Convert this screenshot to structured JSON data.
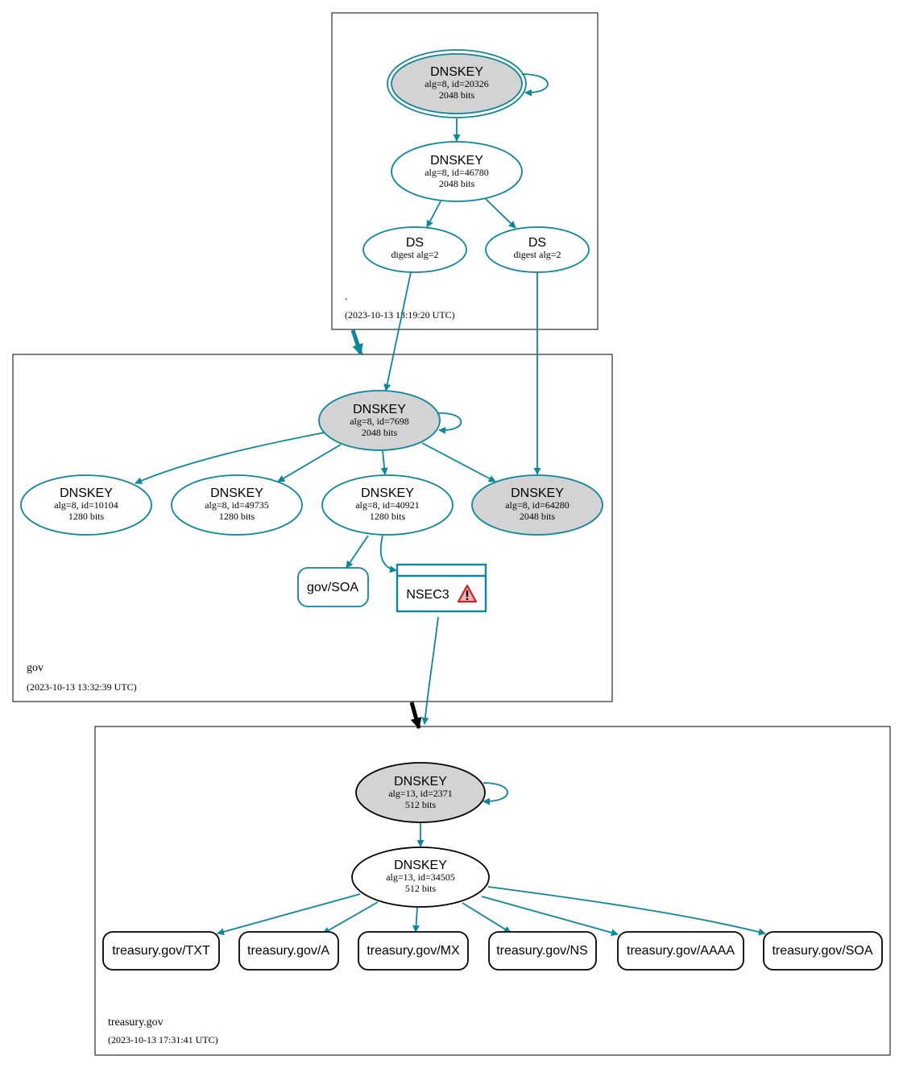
{
  "colors": {
    "secure": "#0a879a",
    "insecure": "#000000",
    "key_fill_sep": "#d3d3d3",
    "warning": "#cc2222"
  },
  "zones": {
    "root": {
      "name": ".",
      "timestamp": "(2023-10-13 13:19:20 UTC)"
    },
    "gov": {
      "name": "gov",
      "timestamp": "(2023-10-13 13:32:39 UTC)"
    },
    "treasury": {
      "name": "treasury.gov",
      "timestamp": "(2023-10-13 17:31:41 UTC)"
    }
  },
  "nodes": {
    "root_ksk": {
      "title": "DNSKEY",
      "line1": "alg=8, id=20326",
      "line2": "2048 bits"
    },
    "root_zsk": {
      "title": "DNSKEY",
      "line1": "alg=8, id=46780",
      "line2": "2048 bits"
    },
    "root_ds1": {
      "title": "DS",
      "line1": "digest alg=2"
    },
    "root_ds2": {
      "title": "DS",
      "line1": "digest alg=2"
    },
    "gov_ksk": {
      "title": "DNSKEY",
      "line1": "alg=8, id=7698",
      "line2": "2048 bits"
    },
    "gov_k10104": {
      "title": "DNSKEY",
      "line1": "alg=8, id=10104",
      "line2": "1280 bits"
    },
    "gov_k49735": {
      "title": "DNSKEY",
      "line1": "alg=8, id=49735",
      "line2": "1280 bits"
    },
    "gov_k40921": {
      "title": "DNSKEY",
      "line1": "alg=8, id=40921",
      "line2": "1280 bits"
    },
    "gov_k64280": {
      "title": "DNSKEY",
      "line1": "alg=8, id=64280",
      "line2": "2048 bits"
    },
    "gov_soa": {
      "label": "gov/SOA"
    },
    "gov_nsec3": {
      "label": "NSEC3"
    },
    "tr_ksk": {
      "title": "DNSKEY",
      "line1": "alg=13, id=2371",
      "line2": "512 bits"
    },
    "tr_zsk": {
      "title": "DNSKEY",
      "line1": "alg=13, id=34505",
      "line2": "512 bits"
    }
  },
  "rrsets": [
    {
      "label": "treasury.gov/TXT"
    },
    {
      "label": "treasury.gov/A"
    },
    {
      "label": "treasury.gov/MX"
    },
    {
      "label": "treasury.gov/NS"
    },
    {
      "label": "treasury.gov/AAAA"
    },
    {
      "label": "treasury.gov/SOA"
    }
  ]
}
